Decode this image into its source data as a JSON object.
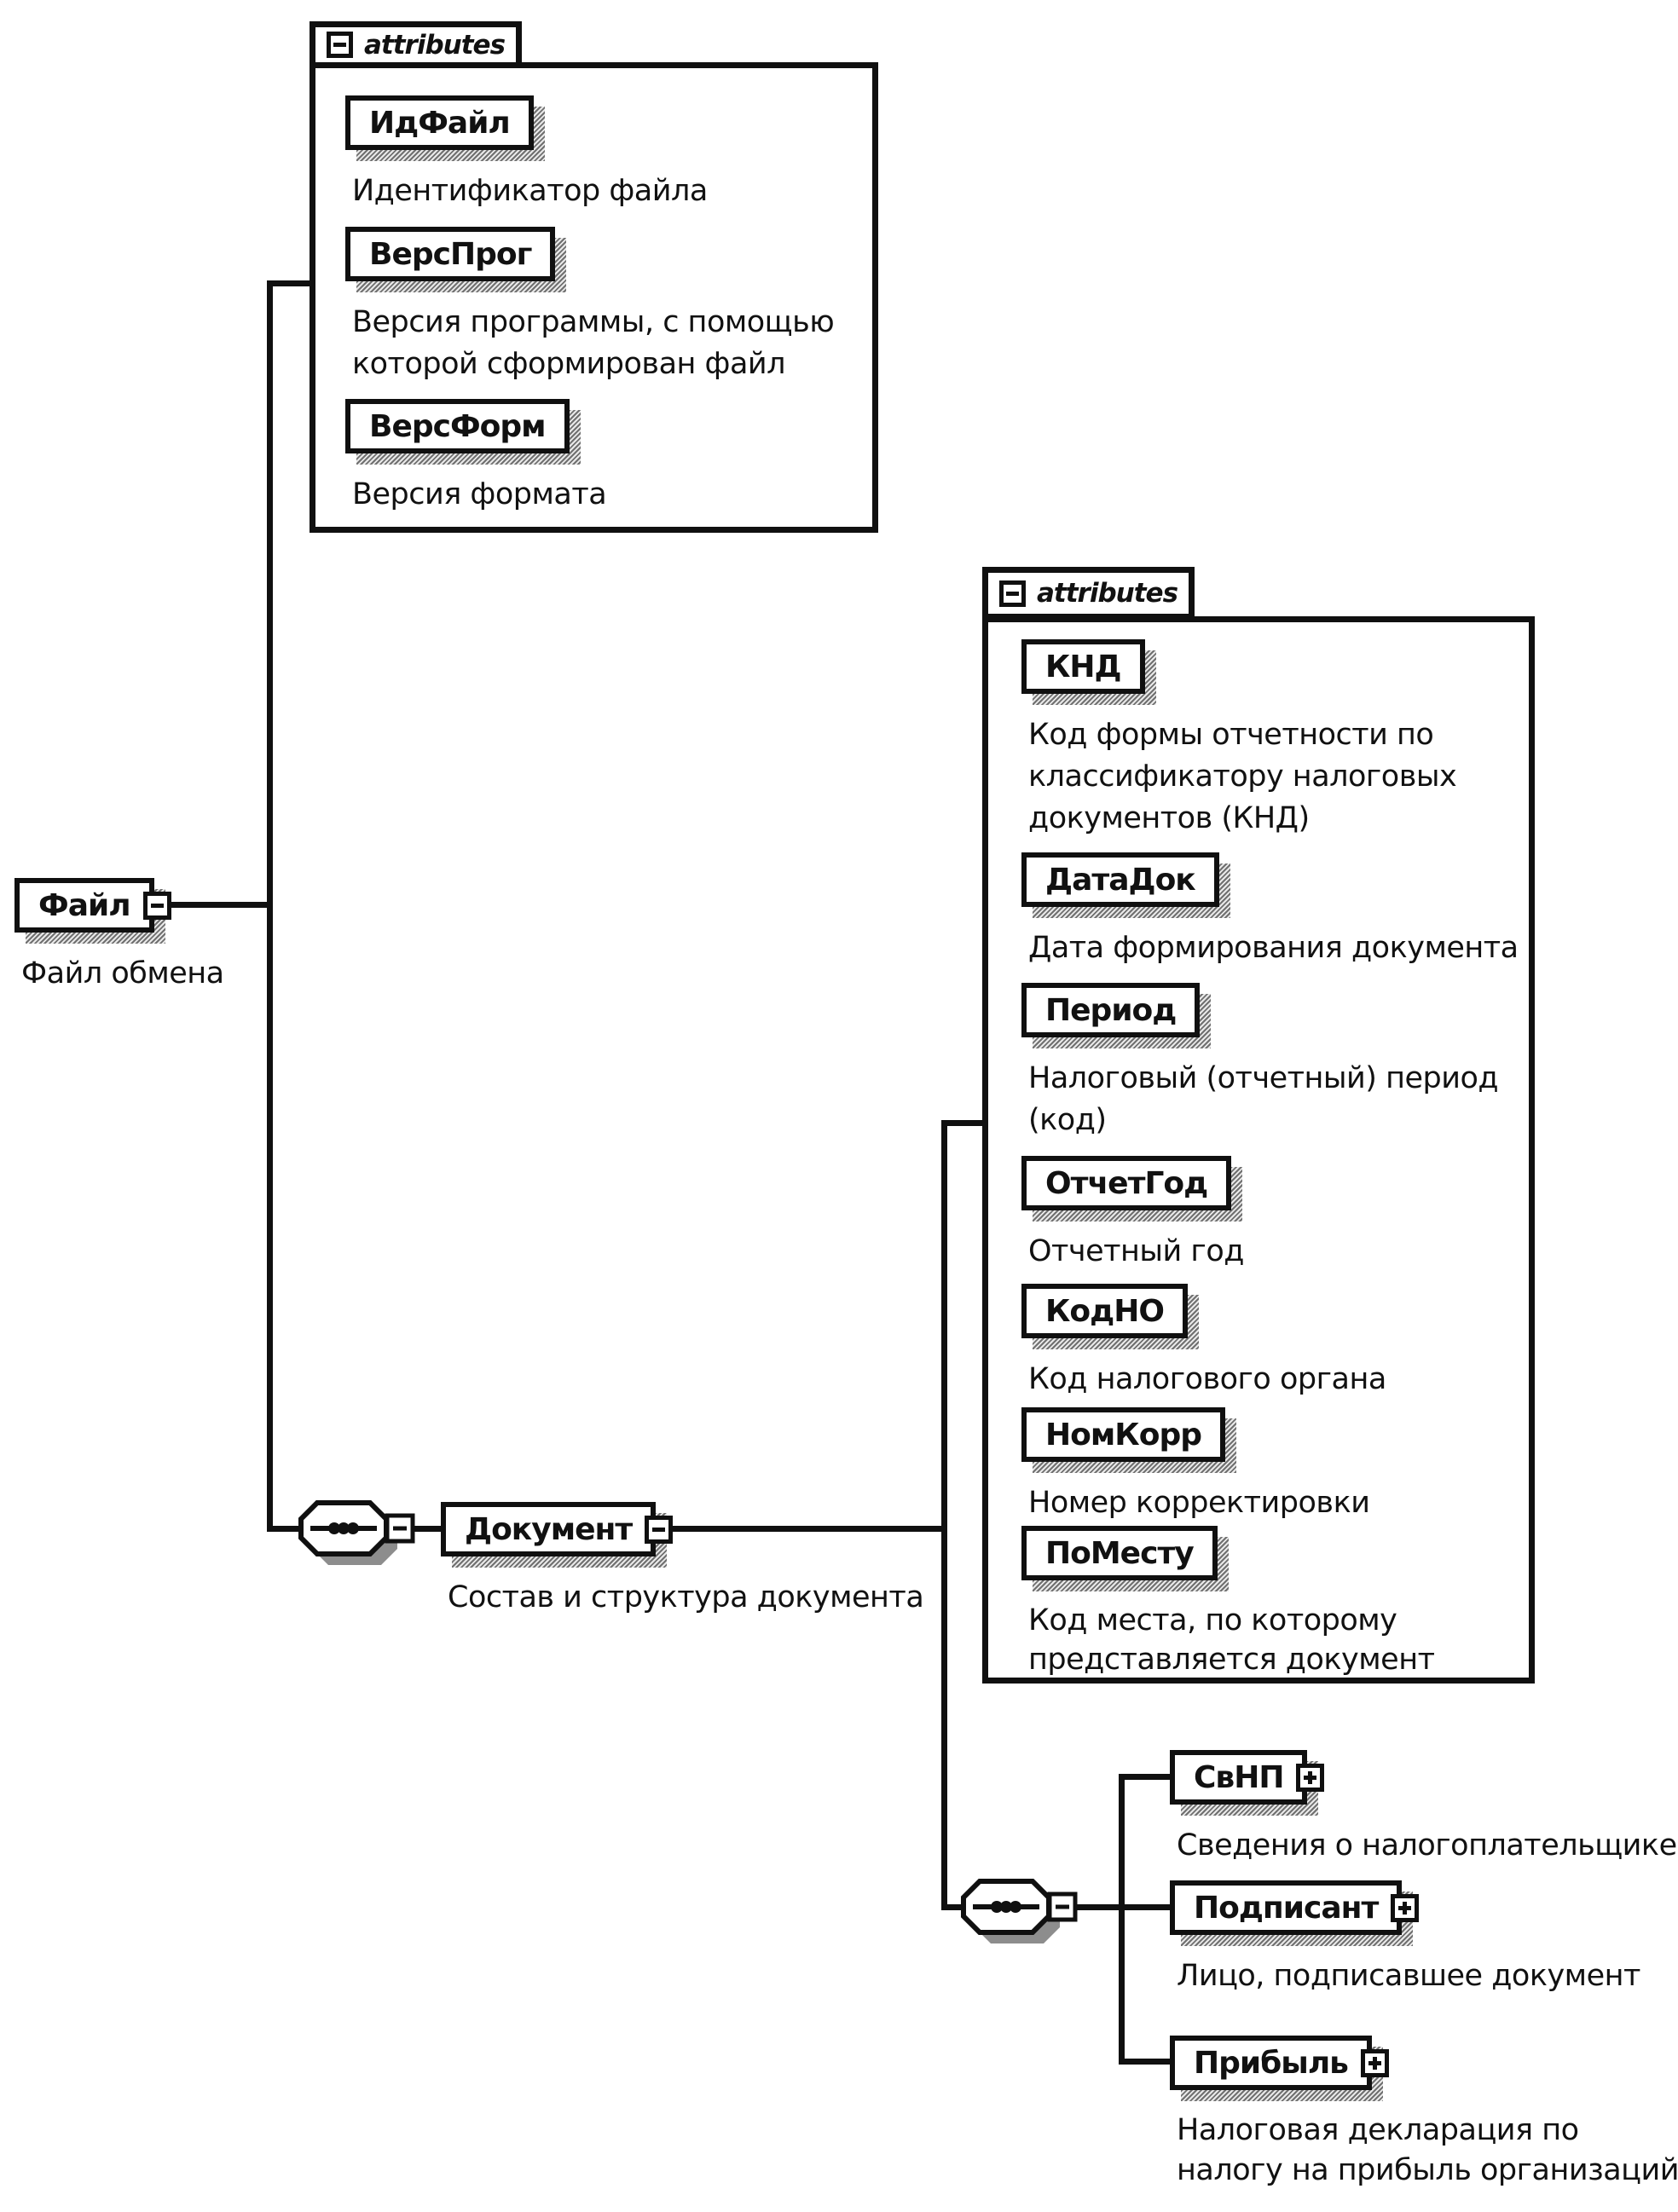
{
  "diagram": {
    "colors": {
      "ink": "#101010",
      "paper": "#ffffff",
      "shadow_gray": "#8d8d8d"
    },
    "file_element": {
      "name": "Файл",
      "description": "Файл обмена"
    },
    "file_attributes": {
      "label": "attributes",
      "items": [
        {
          "name": "ИдФайл",
          "desc": [
            "Идентификатор файла"
          ]
        },
        {
          "name": "ВерсПрог",
          "desc": [
            "Версия программы, с помощью",
            "которой сформирован файл"
          ]
        },
        {
          "name": "ВерсФорм",
          "desc": [
            "Версия формата"
          ]
        }
      ]
    },
    "document_element": {
      "name": "Документ",
      "description": "Состав и структура документа"
    },
    "document_attributes": {
      "label": "attributes",
      "items": [
        {
          "name": "КНД",
          "desc": [
            "Код формы отчетности по",
            "классификатору налоговых",
            "документов (КНД)"
          ]
        },
        {
          "name": "ДатаДок",
          "desc": [
            "Дата формирования документа"
          ]
        },
        {
          "name": "Период",
          "desc": [
            "Налоговый (отчетный) период",
            "(код)"
          ]
        },
        {
          "name": "ОтчетГод",
          "desc": [
            "Отчетный год"
          ]
        },
        {
          "name": "КодНО",
          "desc": [
            "Код налогового органа"
          ]
        },
        {
          "name": "НомКорр",
          "desc": [
            "Номер корректировки"
          ]
        },
        {
          "name": "ПоМесту",
          "desc": [
            "Код места, по которому",
            "представляется документ"
          ]
        }
      ]
    },
    "document_children": {
      "items": [
        {
          "name": "СвНП",
          "desc": [
            "Сведения о налогоплательщике"
          ]
        },
        {
          "name": "Подписант",
          "desc": [
            "Лицо, подписавшее документ"
          ]
        },
        {
          "name": "Прибыль",
          "desc": [
            "Налоговая декларация по",
            "налогу на прибыль организаций"
          ]
        }
      ]
    }
  }
}
